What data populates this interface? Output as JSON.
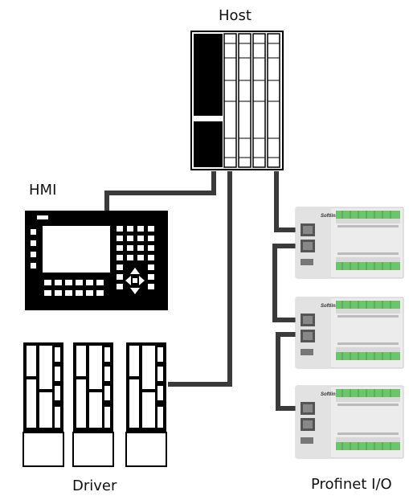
{
  "labels": {
    "host": "Host",
    "hmi": "HMI",
    "driver": "Driver",
    "profinet": "Profinet I/O"
  },
  "io_module_brand": "Softlink",
  "colors": {
    "device_black": "#000000",
    "cable": "#3a3a3a",
    "io_body": "#ececec",
    "io_terminal": "#6cc46c",
    "background": "#ffffff"
  },
  "icons": {
    "dpad_up": "triangle-up",
    "dpad_down": "triangle-down",
    "dpad_left": "triangle-left",
    "dpad_right": "triangle-right"
  }
}
